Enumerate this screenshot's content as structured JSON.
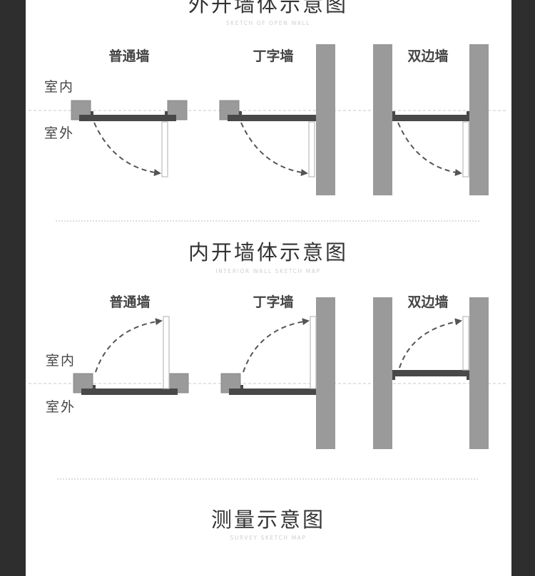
{
  "sections": [
    {
      "title": "外开墙体示意图",
      "subtitle": "SKETCH OF OPEN WALL",
      "wall_types": [
        "普通墙",
        "丁字墙",
        "双边墙"
      ],
      "indoor": "室内",
      "outdoor": "室外",
      "door_opening": "outward"
    },
    {
      "title": "内开墙体示意图",
      "subtitle": "INTERIOR WALL SKETCH MAP",
      "wall_types": [
        "普通墙",
        "丁字墙",
        "双边墙"
      ],
      "indoor": "室内",
      "outdoor": "室外",
      "door_opening": "inward"
    },
    {
      "title": "测量示意图",
      "subtitle": "SURVEY SKETCH MAP"
    }
  ],
  "colors": {
    "background": "#2e2e2e",
    "panel": "#ffffff",
    "wall": "#9a9a9a",
    "frame": "#484848"
  }
}
